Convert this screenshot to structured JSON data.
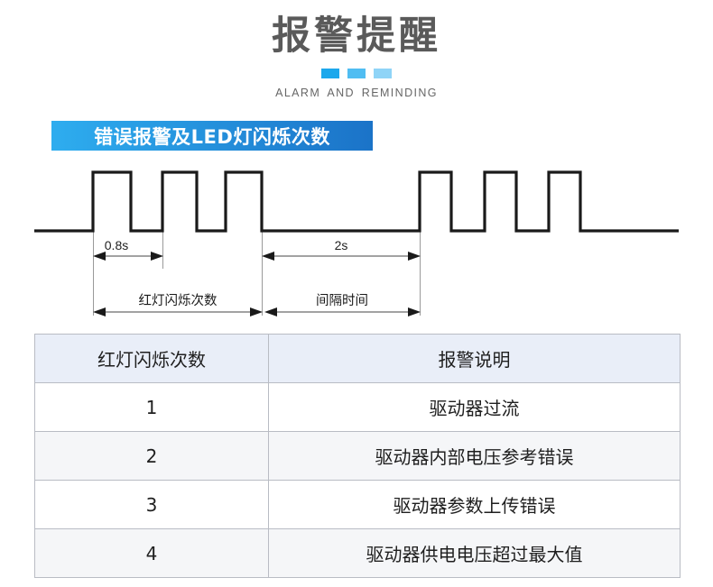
{
  "header": {
    "title": "报警提醒",
    "subtitle": "ALARM AND REMINDING",
    "decorative_squares": [
      "#1ca8ec",
      "#50bdf2",
      "#8fd4f7"
    ]
  },
  "section": {
    "banner_label": "错误报警及LED灯闪烁次数",
    "banner_gradient_from": "#2eadef",
    "banner_gradient_to": "#1b73c8"
  },
  "waveform": {
    "pulse_on_duration_label": "0.8s",
    "interval_duration_label": "2s",
    "blink_group_label": "红灯闪烁次数",
    "interval_group_label": "间隔时间",
    "line_color": "#1a1a1a",
    "guide_color": "#9a9a9a",
    "left_group_pulses": 3,
    "right_group_pulses": 3
  },
  "table": {
    "columns": [
      "红灯闪烁次数",
      "报警说明"
    ],
    "header_bg": "#e9eef8",
    "alt_row_bg": "#f5f6f8",
    "border_color": "#b9bcc4",
    "rows": [
      {
        "count": "1",
        "description": "驱动器过流"
      },
      {
        "count": "2",
        "description": "驱动器内部电压参考错误"
      },
      {
        "count": "3",
        "description": "驱动器参数上传错误"
      },
      {
        "count": "4",
        "description": "驱动器供电电压超过最大值"
      }
    ]
  }
}
